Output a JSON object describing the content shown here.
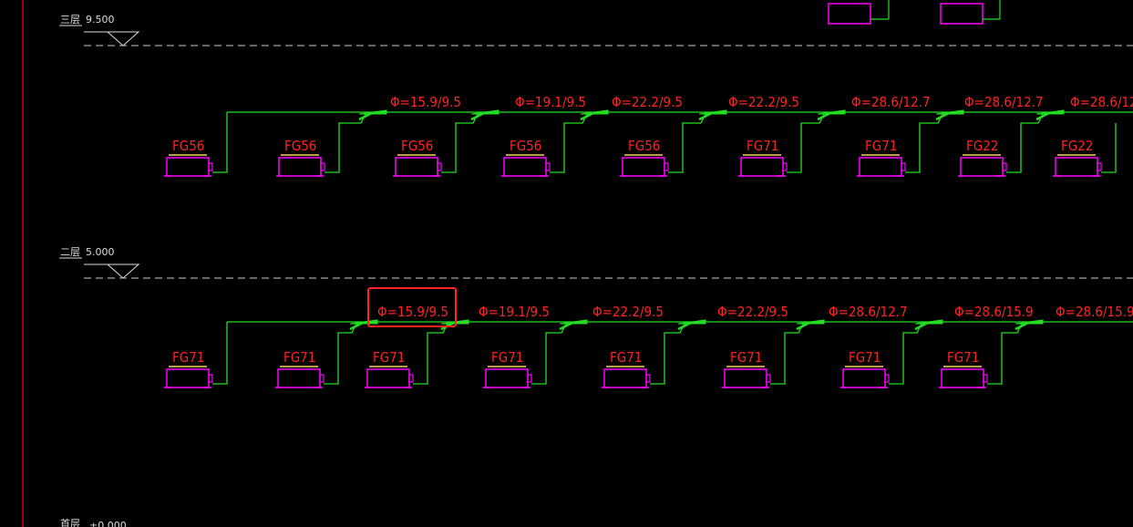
{
  "colors": {
    "background": "#000000",
    "pipe": "#22dd22",
    "label": "#ff2222",
    "unit": "#ff00ff",
    "level_line": "#cccccc",
    "border": "#cc0000",
    "unit_top": "#ffcc66",
    "highlight": "#ff2222"
  },
  "levels": [
    {
      "floor": "三层",
      "elevation": "9.500"
    },
    {
      "floor": "二层",
      "elevation": "5.000"
    },
    {
      "floor": "首层",
      "elevation": "±0.000"
    }
  ],
  "upper_branch": {
    "pipe_sizes": [
      "Φ=15.9/9.5",
      "Φ=19.1/9.5",
      "Φ=22.2/9.5",
      "Φ=22.2/9.5",
      "Φ=28.6/12.7",
      "Φ=28.6/12.7",
      "Φ=28.6/12"
    ],
    "units": [
      "FG56",
      "FG56",
      "FG56",
      "FG56",
      "FG56",
      "FG71",
      "FG71",
      "FG22",
      "FG22"
    ]
  },
  "lower_branch": {
    "pipe_sizes": [
      "Φ=15.9/9.5",
      "Φ=19.1/9.5",
      "Φ=22.2/9.5",
      "Φ=22.2/9.5",
      "Φ=28.6/12.7",
      "Φ=28.6/15.9",
      "Φ=28.6/15.9"
    ],
    "units": [
      "FG71",
      "FG71",
      "FG71",
      "FG71",
      "FG71",
      "FG71",
      "FG71",
      "FG71"
    ],
    "highlighted_label_index": 0
  }
}
